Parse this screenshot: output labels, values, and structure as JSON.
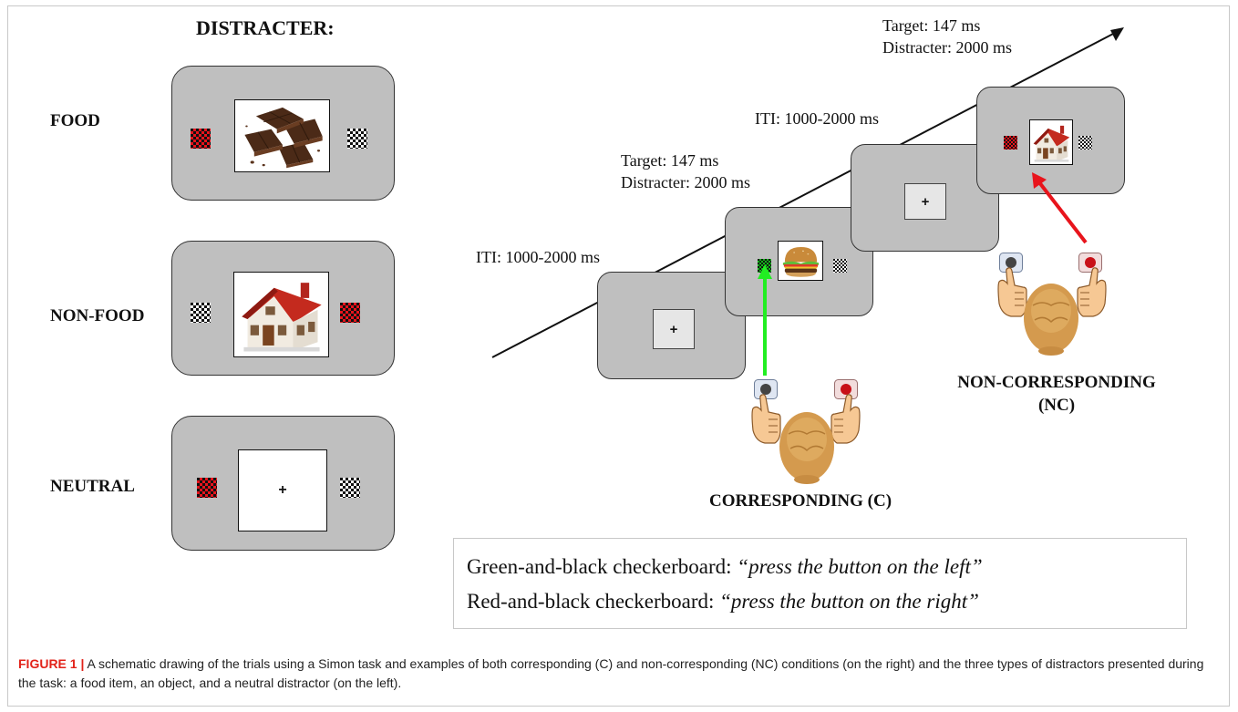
{
  "distracter_heading": "DISTRACTER:",
  "rows": [
    {
      "label": "FOOD",
      "stimulus": "chocolate"
    },
    {
      "label": "NON-FOOD",
      "stimulus": "house"
    },
    {
      "label": "NEUTRAL",
      "stimulus": "+"
    }
  ],
  "fixation_symbol": "+",
  "timeline": {
    "iti_1": "ITI: 1000-2000 ms",
    "target_1": "Target: 147 ms",
    "distracter_1": "Distracter: 2000 ms",
    "iti_2": "ITI: 1000-2000 ms",
    "target_2": "Target: 147 ms",
    "distracter_2": "Distracter: 2000 ms"
  },
  "conditions": {
    "corresponding": "CORRESPONDING (C)",
    "non_corresponding_line1": "NON-CORRESPONDING",
    "non_corresponding_line2": "(NC)"
  },
  "legend": {
    "green_prefix": "Green-and-black checkerboard: ",
    "green_instruction": "“press the button on the left”",
    "red_prefix": "Red-and-black checkerboard: ",
    "red_instruction": "“press the button on the right”"
  },
  "caption": {
    "label": "FIGURE 1 |",
    "text": " A schematic drawing of the trials using a Simon task and examples of both corresponding (C) and non-corresponding (NC) conditions (on the right) and the three types of distractors presented during the task: a food item, an object, and a neutral distractor (on the left)."
  },
  "colors": {
    "panel": "#bfbfbf",
    "red_checker": "#e8141c",
    "green_checker": "#12b81a",
    "green_arrow": "#22ee22",
    "red_arrow": "#e8141c",
    "caption_label": "#e2231a"
  }
}
